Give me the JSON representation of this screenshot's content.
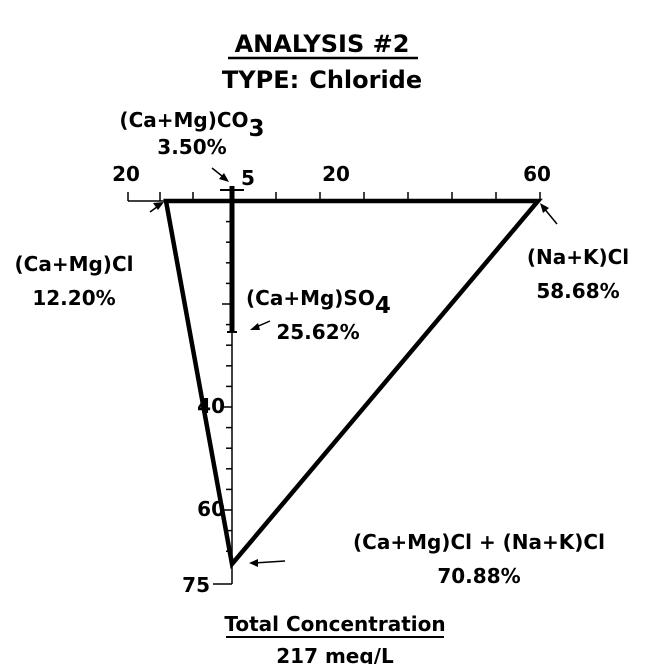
{
  "header": {
    "title": "ANALYSIS #2",
    "type_label": "TYPE:",
    "type_value": "Chloride"
  },
  "top_scale": {
    "labels": [
      "20",
      "5",
      "20",
      "60"
    ]
  },
  "vertical_scale": {
    "labels": [
      "40",
      "60",
      "75"
    ]
  },
  "components": {
    "camg_co3": {
      "name": "(Ca+Mg)CO",
      "sub": "3",
      "percent": "3.50%",
      "value": 3.5
    },
    "camg_cl": {
      "name": "(Ca+Mg)Cl",
      "percent": "12.20%",
      "value": 12.2
    },
    "camg_so4": {
      "name": "(Ca+Mg)SO",
      "sub": "4",
      "percent": "25.62%",
      "value": 25.62
    },
    "nak_cl": {
      "name": "(Na+K)Cl",
      "percent": "58.68%",
      "value": 58.68
    },
    "total_cl": {
      "name": "(Ca+Mg)Cl + (Na+K)Cl",
      "percent": "70.88%",
      "value": 70.88
    }
  },
  "footer": {
    "label": "Total Concentration",
    "value": "217 meq/L"
  },
  "colors": {
    "ink": "#000000",
    "background": "#ffffff"
  }
}
